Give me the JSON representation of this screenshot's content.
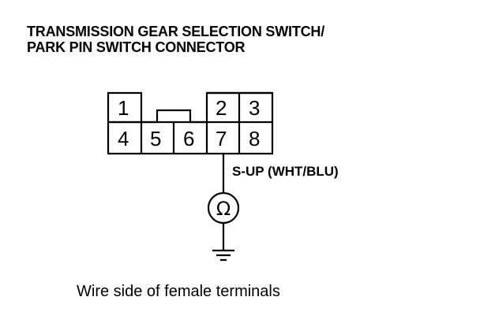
{
  "title": {
    "line1": "TRANSMISSION GEAR SELECTION SWITCH/",
    "line2": "PARK PIN SWITCH CONNECTOR"
  },
  "connector": {
    "pins_top": [
      "1",
      "2",
      "3"
    ],
    "pins_bottom": [
      "4",
      "5",
      "6",
      "7",
      "8"
    ]
  },
  "wire": {
    "label": "S-UP (WHT/BLU)"
  },
  "meter": {
    "symbol": "Ω"
  },
  "caption": "Wire side of female terminals"
}
